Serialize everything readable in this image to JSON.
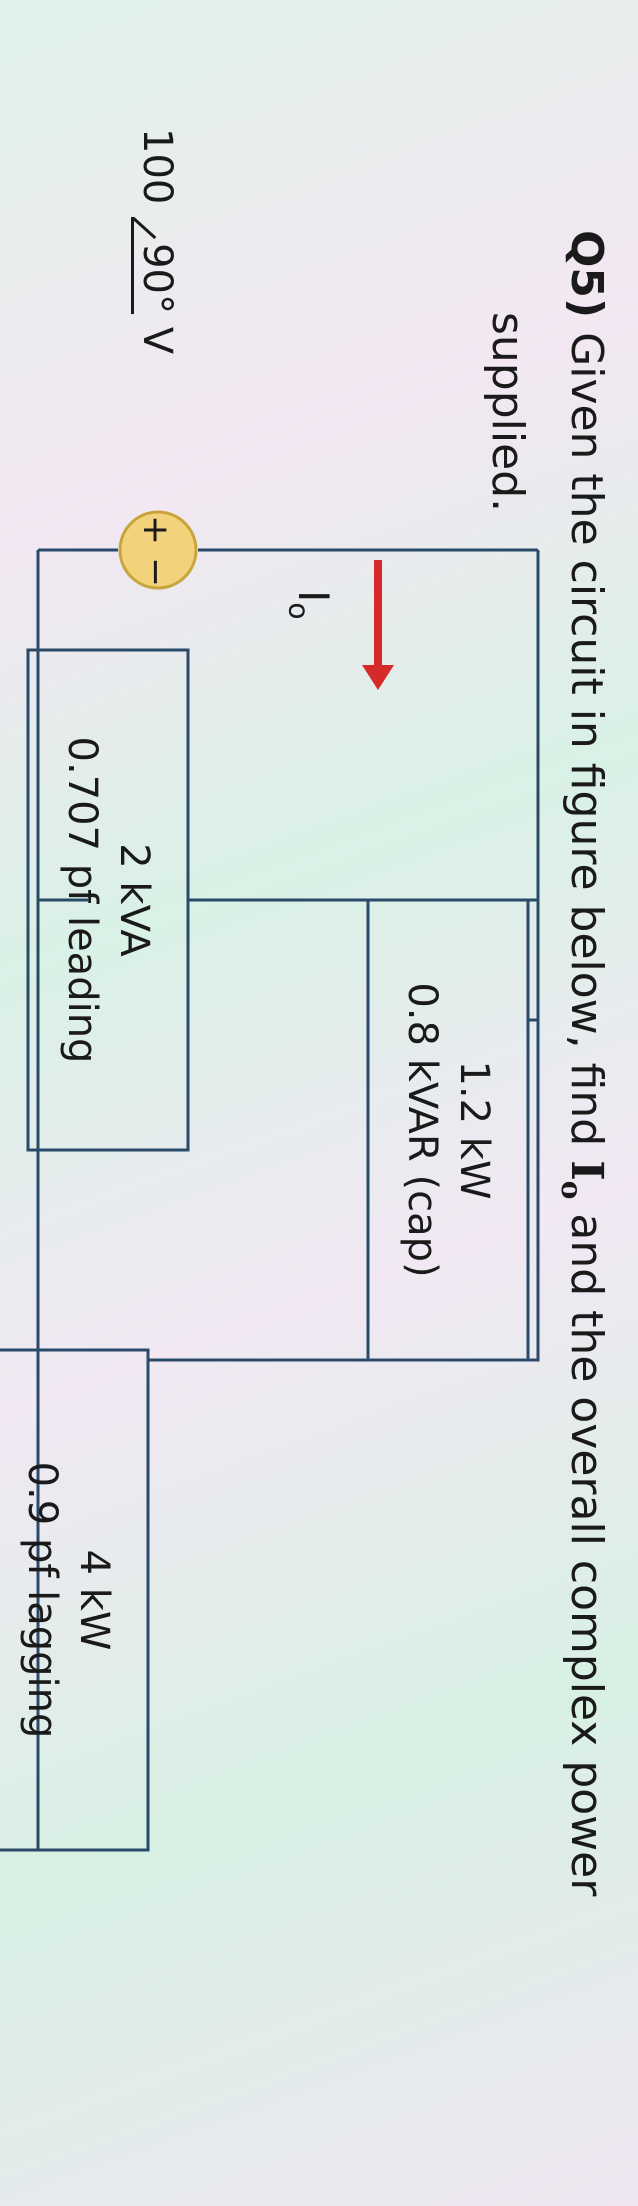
{
  "question": {
    "number": "Q5)",
    "text_before": " Given the circuit in figure below, find ",
    "current_symbol": "I",
    "current_subscript": "o",
    "text_after": " and the overall complex power",
    "line2": "supplied."
  },
  "circuit": {
    "source": {
      "magnitude": "100",
      "angle": "90°",
      "unit": " V",
      "plus": "+",
      "minus": "−",
      "fill_color": "#f2d27a"
    },
    "current_label": {
      "symbol": "I",
      "subscript": "o",
      "arrow_color": "#d62a2a"
    },
    "loads": [
      {
        "line1": "1.2 kW",
        "line2": "0.8 kVAR (cap)"
      },
      {
        "line1": "2 kVA",
        "line2": "0.707 pf leading"
      },
      {
        "line1": "4 kW",
        "line2": "0.9 pf lagging"
      }
    ]
  }
}
